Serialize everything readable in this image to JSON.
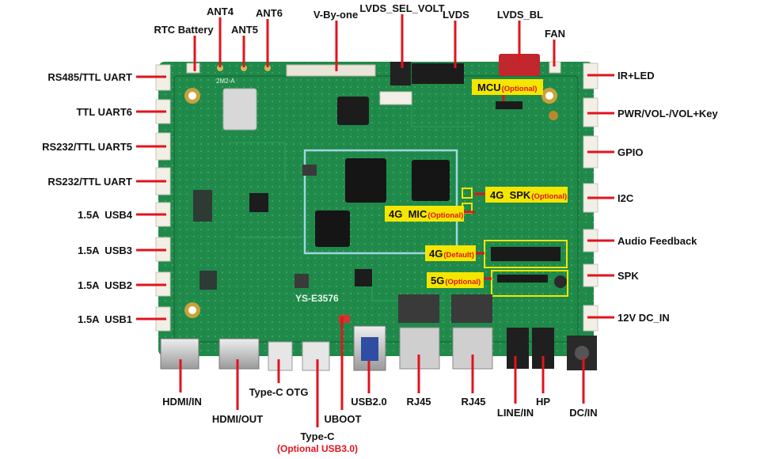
{
  "board": {
    "model": "YS-E3576",
    "silk_module": "2M2-A",
    "colors": {
      "pcb": "#1f8a4a",
      "pcb_dark": "#146b37",
      "leader": "#e0141e",
      "highlight": "#f5e600",
      "connector": "#f2efe6"
    }
  },
  "labels": {
    "rtc_battery": "RTC Battery",
    "ant4": "ANT4",
    "ant5": "ANT5",
    "ant6": "ANT6",
    "v_by_one": "V-By-one",
    "lvds_sel_volt": "LVDS_SEL_VOLT",
    "lvds": "LVDS",
    "lvds_bl": "LVDS_BL",
    "fan": "FAN",
    "rs485_ttl_uart": "RS485/TTL UART",
    "ttl_uart6": "TTL UART6",
    "rs232_ttl_uart5": "RS232/TTL UART5",
    "rs232_ttl_uart": "RS232/TTL UART",
    "usb4": "1.5A  USB4",
    "usb3": "1.5A  USB3",
    "usb2": "1.5A  USB2",
    "usb1": "1.5A  USB1",
    "ir_led": "IR+LED",
    "pwr_vol_key": "PWR/VOL-/VOL+Key",
    "gpio": "GPIO",
    "i2c": "I2C",
    "audio_feedback": "Audio Feedback",
    "spk": "SPK",
    "dc_in_12v": "12V DC_IN",
    "hdmi_in": "HDMI/IN",
    "hdmi_out": "HDMI/OUT",
    "type_c_otg": "Type-C OTG",
    "type_c": "Type-C",
    "type_c_optional": "(Optional USB3.0)",
    "uboot": "UBOOT",
    "usb20": "USB2.0",
    "rj45_a": "RJ45",
    "rj45_b": "RJ45",
    "line_in": "LINE/IN",
    "hp": "HP",
    "dc_in": "DC/IN"
  },
  "badges": {
    "mcu": {
      "label": "MCU",
      "note": "(Optional)"
    },
    "spk_4g": {
      "label": "4G  SPK",
      "note": "(Optional)"
    },
    "mic_4g": {
      "label": "4G  MIC",
      "note": "(Optional)"
    },
    "default_4g": {
      "label": "4G",
      "note": "(Default)"
    },
    "optional_5g": {
      "label": "5G",
      "note": "(Optional)"
    }
  }
}
